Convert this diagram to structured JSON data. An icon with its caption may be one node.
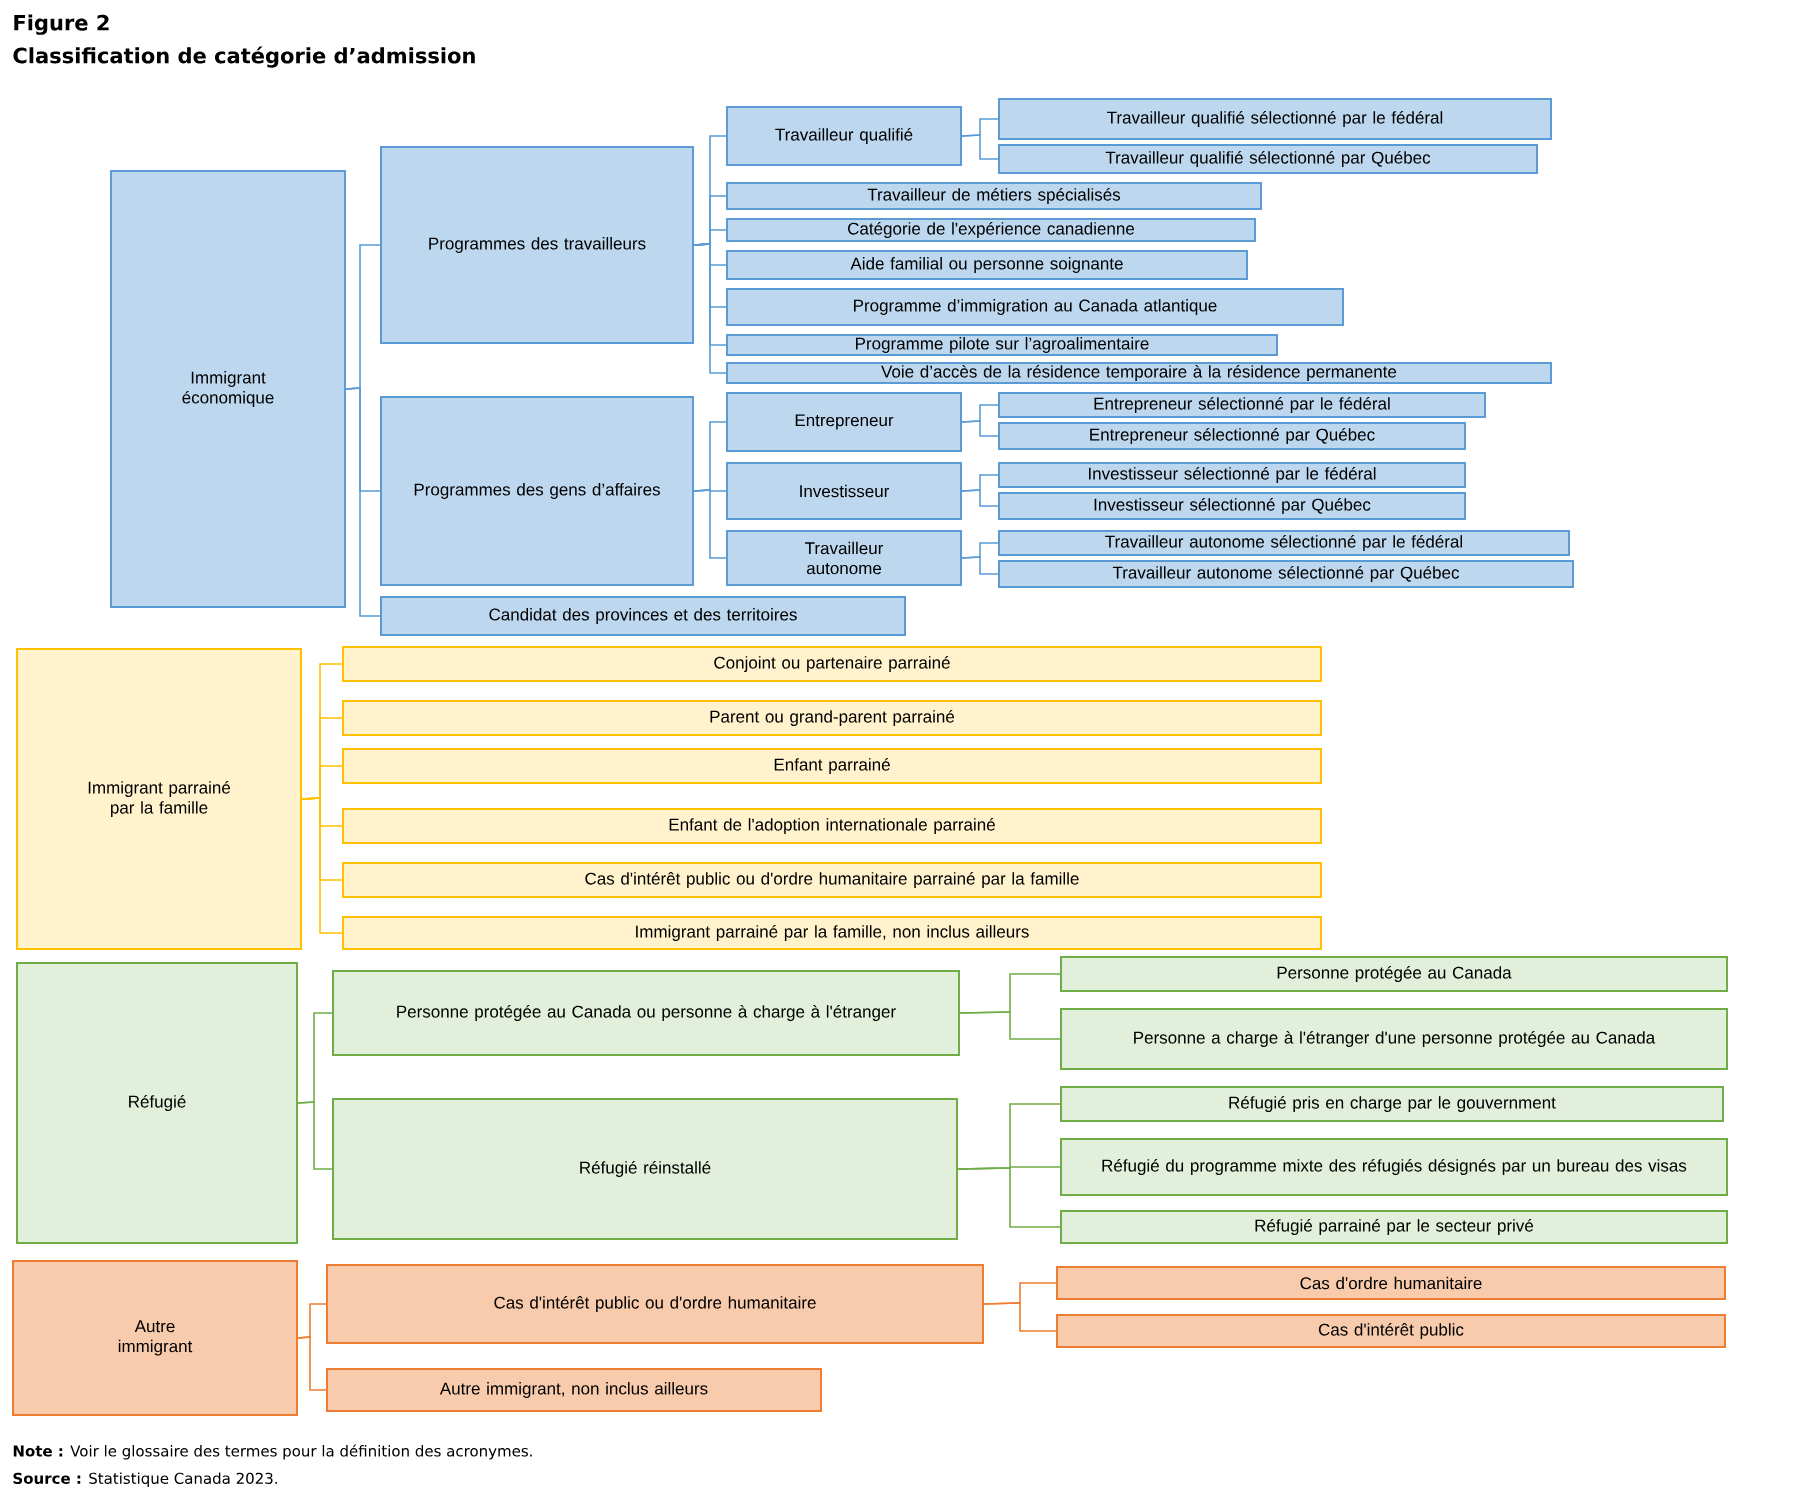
{
  "diagram": {
    "title": "Classification  de catégorie d’admission",
    "nodes": [
      {
        "text": [
          "Immigrant économique"
        ]
      },
      {
        "text": [
          "Programmes des travailleurs"
        ]
      },
      {
        "text": [
          "Travailleur qualifié"
        ]
      },
      {
        "text": [
          "Travailleur qualifié sélectionné par le fédéral"
        ]
      },
      {
        "text": [
          "Travailleur qualifié sélectionné par Québec"
        ]
      },
      {
        "text": [
          "Travailleur de métiers spécialisés"
        ]
      },
      {
        "text": [
          "Catégorie de l'expérience canadienne"
        ]
      },
      {
        "text": [
          "Aide familial ou personne soignante"
        ]
      },
      {
        "text": [
          "Programme d’immigration au Canada atlantique"
        ]
      },
      {
        "text": [
          "Programme pilote sur l’agroalimentaire"
        ]
      },
      {
        "text": [
          "Voie d’accès de la résidence temporaire à la résidence permanente"
        ]
      },
      {
        "text": [
          "Programmes des gens d’affaires"
        ]
      },
      {
        "text": [
          "Entrepreneur"
        ]
      },
      {
        "text": [
          "Entrepreneur sélectionné par le fédéral"
        ]
      },
      {
        "text": [
          "Entrepreneur sélectionné par Québec"
        ]
      },
      {
        "text": [
          "Investisseur"
        ]
      },
      {
        "text": [
          "Investisseur sélectionné par le fédéral"
        ]
      },
      {
        "text": [
          "Investisseur sélectionné par Québec"
        ]
      },
      {
        "text": [
          "Travailleur autonome"
        ]
      },
      {
        "text": [
          "Travailleur autonome sélectionné par le fédéral"
        ]
      },
      {
        "text": [
          "Travailleur autonome sélectionné par Québec"
        ]
      },
      {
        "text": [
          "Candidat des provinces et des territoires"
        ]
      },
      {
        "text": [
          "Immigrant parrainé par la famille"
        ]
      },
      {
        "text": [
          "Conjoint ou partenaire parrainé"
        ]
      },
      {
        "text": [
          "Parent ou grand-parent parrainé"
        ]
      },
      {
        "text": [
          "Enfant parrainé"
        ]
      },
      {
        "text": [
          "Enfant de l'adoption internationale parrainé"
        ]
      },
      {
        "text": [
          "Cas d'intérêt public ou d'ordre humanitaire parrainé par la famille"
        ]
      },
      {
        "text": [
          "Immigrant parrainé par la famille, non inclus ailleurs"
        ]
      },
      {
        "text": [
          "Réfugié"
        ]
      },
      {
        "text": [
          "Personne protégée au Canada ou personne à charge à l'étranger"
        ]
      },
      {
        "text": [
          "Personne protégée au Canada"
        ]
      },
      {
        "text": [
          "Personne a charge à l'étranger d'une personne protégée au Canada"
        ]
      },
      {
        "text": [
          "Réfugié réinstallé"
        ]
      },
      {
        "text": [
          "Réfugié pris en charge par le gouvernment"
        ]
      },
      {
        "text": [
          "Réfugié du programme mixte des réfugiés désignés par un bureau des visas"
        ]
      },
      {
        "text": [
          "Réfugié parrainé par le secteur privé"
        ]
      },
      {
        "text": [
          "Autre immigrant"
        ]
      },
      {
        "text": [
          "Cas d'intérêt public ou d'ordre humanitaire"
        ]
      },
      {
        "text": [
          "Cas d'ordre humanitaire"
        ]
      },
      {
        "text": [
          "Cas d'intérêt public"
        ]
      },
      {
        "text": [
          "Autre immigrant, non inclus ailleurs"
        ]
      }
    ],
    "edges": [
      {
        "from": 0,
        "to": 1,
        "arrow": "none"
      },
      {
        "from": 0,
        "to": 11,
        "arrow": "none"
      },
      {
        "from": 0,
        "to": 21,
        "arrow": "none"
      },
      {
        "from": 1,
        "to": 2,
        "arrow": "none"
      },
      {
        "from": 1,
        "to": 5,
        "arrow": "none"
      },
      {
        "from": 1,
        "to": 6,
        "arrow": "none"
      },
      {
        "from": 1,
        "to": 7,
        "arrow": "none"
      },
      {
        "from": 1,
        "to": 8,
        "arrow": "none"
      },
      {
        "from": 1,
        "to": 9,
        "arrow": "none"
      },
      {
        "from": 1,
        "to": 10,
        "arrow": "none"
      },
      {
        "from": 2,
        "to": 3,
        "arrow": "none"
      },
      {
        "from": 2,
        "to": 4,
        "arrow": "none"
      },
      {
        "from": 11,
        "to": 12,
        "arrow": "none"
      },
      {
        "from": 11,
        "to": 15,
        "arrow": "none"
      },
      {
        "from": 11,
        "to": 18,
        "arrow": "none"
      },
      {
        "from": 12,
        "to": 13,
        "arrow": "none"
      },
      {
        "from": 12,
        "to": 14,
        "arrow": "none"
      },
      {
        "from": 15,
        "to": 16,
        "arrow": "none"
      },
      {
        "from": 15,
        "to": 17,
        "arrow": "none"
      },
      {
        "from": 18,
        "to": 19,
        "arrow": "none"
      },
      {
        "from": 18,
        "to": 20,
        "arrow": "none"
      },
      {
        "from": 22,
        "to": 23,
        "arrow": "none",
        "color": "#ffc000"
      },
      {
        "from": 22,
        "to": 24,
        "arrow": "none",
        "color": "#ffc000"
      },
      {
        "from": 22,
        "to": 25,
        "arrow": "none",
        "color": "#ffc000"
      },
      {
        "from": 22,
        "to": 26,
        "arrow": "none",
        "color": "#ffc000"
      },
      {
        "from": 22,
        "to": 27,
        "arrow": "none",
        "color": "#ffc000"
      },
      {
        "from": 22,
        "to": 28,
        "arrow": "none",
        "color": "#ffc000"
      },
      {
        "from": 29,
        "to": 30,
        "arrow": "none",
        "color": "#70ad47"
      },
      {
        "from": 29,
        "to": 33,
        "arrow": "none",
        "color": "#70ad47"
      },
      {
        "from": 30,
        "to": 31,
        "arrow": "none",
        "color": "#70ad47"
      },
      {
        "from": 30,
        "to": 32,
        "arrow": "none",
        "color": "#70ad47"
      },
      {
        "from": 33,
        "to": 34,
        "arrow": "none",
        "color": "#70ad47"
      },
      {
        "from": 33,
        "to": 35,
        "arrow": "none",
        "color": "#70ad47"
      },
      {
        "from": 33,
        "to": 36,
        "arrow": "none",
        "color": "#70ad47"
      },
      {
        "from": 37,
        "to": 38,
        "arrow": "none",
        "color": "#ed7d31"
      },
      {
        "from": 37,
        "to": 41,
        "arrow": "none",
        "color": "#ed7d31"
      },
      {
        "from": 38,
        "to": 39,
        "arrow": "none",
        "color": "#ed7d31"
      },
      {
        "from": 38,
        "to": 40,
        "arrow": "none",
        "color": "#ed7d31"
      }
    ],
    "labels": [
      "Figure 2",
      "**Note :** Voir le glossaire des termes pour la définition des acronymes.",
      "**Source :** Statistique Canada 2023."
    ]
  }
}
